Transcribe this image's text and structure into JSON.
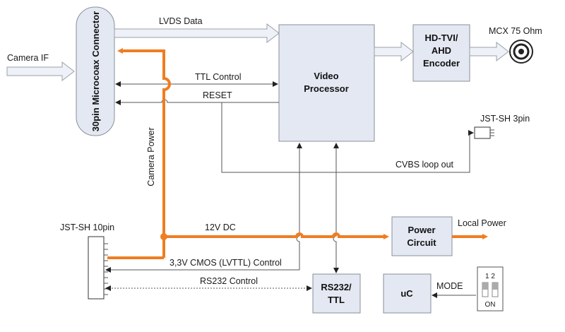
{
  "blocks": {
    "connector": "30pin Microcoax Connector",
    "video_processor": [
      "Video",
      "Processor"
    ],
    "encoder": [
      "HD-TVI/",
      "AHD",
      "Encoder"
    ],
    "power_circuit": [
      "Power",
      "Circuit"
    ],
    "rs232_ttl": [
      "RS232/",
      "TTL"
    ],
    "uc": "uC"
  },
  "labels": {
    "camera_if": "Camera IF",
    "lvds_data": "LVDS Data",
    "ttl_control": "TTL Control",
    "reset": "RESET",
    "camera_power": "Camera Power",
    "mcx": "MCX 75 Ohm",
    "jst_3pin": "JST-SH 3pin",
    "cvbs_loop_out": "CVBS loop out",
    "jst_10pin": "JST-SH 10pin",
    "dc_12v": "12V DC",
    "local_power": "Local Power",
    "cmos_control": "3,3V CMOS (LVTTL) Control",
    "rs232_control": "RS232 Control",
    "mode": "MODE"
  },
  "switch": {
    "numbers": "1 2",
    "on": "ON"
  },
  "colors": {
    "power_line": "#ef7d22",
    "block_fill": "#e3e8f2",
    "signal_line": "#555555"
  }
}
